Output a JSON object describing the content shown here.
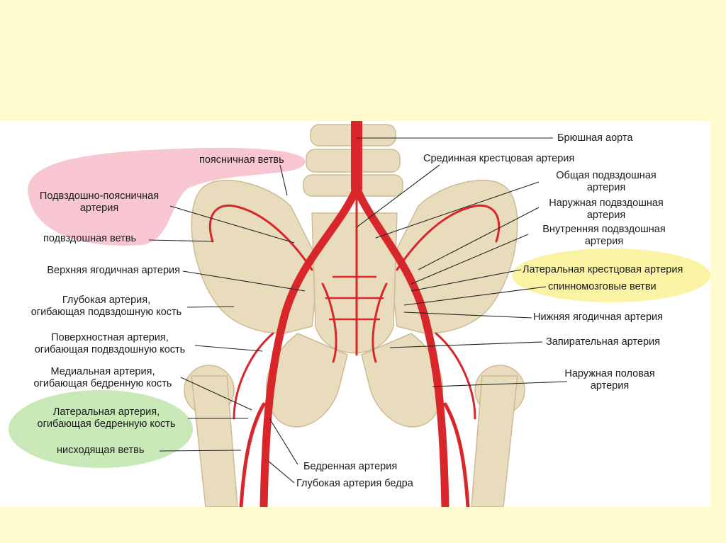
{
  "colors": {
    "background": "#fffbcf",
    "panel": "#ffffff",
    "bone": "#e9dcbc",
    "artery": "#d8262b",
    "highlight_pink": "#f7c6d1",
    "highlight_yellow": "#fbf3a4",
    "highlight_green": "#c9e8b8"
  },
  "labels": {
    "abdominal_aorta": "Брюшная аорта",
    "median_sacral": "Срединная крестцовая артерия",
    "common_iliac": [
      "Общая подвздошная",
      "артерия"
    ],
    "external_iliac": [
      "Наружная подвздошная",
      "артерия"
    ],
    "internal_iliac": [
      "Внутренняя подвздошная",
      "артерия"
    ],
    "lateral_sacral": "Латеральная крестцовая артерия",
    "spinal_branches": "спинномозговые ветви",
    "inferior_gluteal": "Нижняя ягодичная артерия",
    "obturator": "Запирательная артерия",
    "external_pudendal": [
      "Наружная половая",
      "артерия"
    ],
    "lumbar_branch": "поясничная ветвь",
    "iliolumbar": [
      "Подвздошно-поясничная",
      "артерия"
    ],
    "iliac_branch": "подвздошная ветвь",
    "superior_gluteal": "Верхняя ягодичная артерия",
    "deep_circumflex_iliac": [
      "Глубокая артерия,",
      "огибающая подвздошную кость"
    ],
    "superficial_circumflex_iliac": [
      "Поверхностная артерия,",
      "огибающая подвздошную кость"
    ],
    "medial_circumflex_femoral": [
      "Медиальная артерия,",
      "огибающая бедренную кость"
    ],
    "lateral_circumflex_femoral": [
      "Латеральная артерия,",
      "огибающая бедренную кость"
    ],
    "descending_branch": "нисходящая ветвь",
    "femoral": "Бедренная артерия",
    "deep_femoral": "Глубокая артерия бедра"
  }
}
